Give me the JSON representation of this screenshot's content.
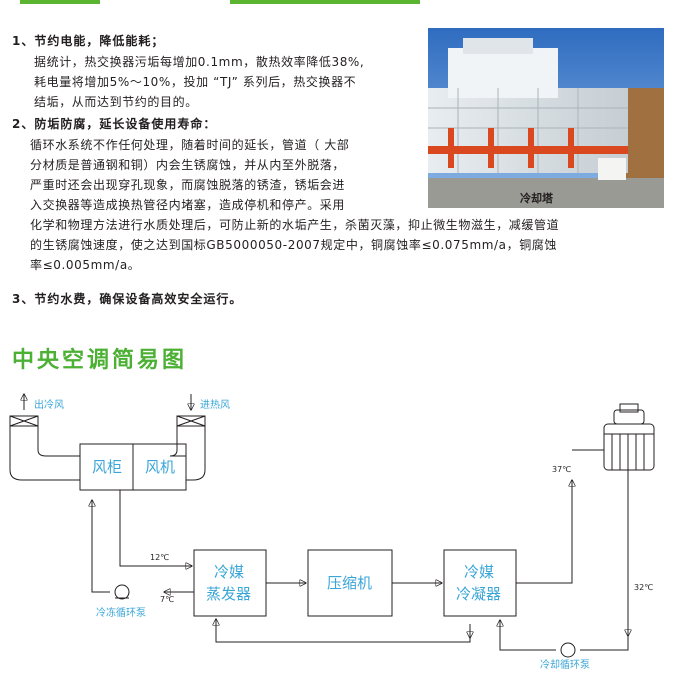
{
  "items": [
    {
      "heading": "1、节约电能，降低能耗；",
      "lines": [
        "据统计，热交换器污垢每增加0.1mm，散热效率降低38%,",
        "耗电量将增加5%～10%，投加 “TJ” 系列后，热交换器不",
        "结垢，从而达到节约的目的。"
      ]
    },
    {
      "heading": "2、防垢防腐，延长设备使用寿命：",
      "lines": [
        "循环水系统不作任何处理，随着时间的延长，管道（ 大部",
        "分材质是普通钢和铜）内会生锈腐蚀，并从内至外脱落，",
        "严重时还会出现穿孔现象，而腐蚀脱落的锈渣，锈垢会进",
        "入交换器等造成换热管径内堵塞，造成停机和停产。采用",
        "化学和物理方法进行水质处理后，可防止新的水垢产生，杀菌灭藻，抑止微生物滋生，减缓管道",
        "的生锈腐蚀速度，使之达到国标GB5000050-2007规定中，铜腐蚀率≤0.075mm/a，铜腐蚀",
        "率≤0.005mm/a。"
      ]
    },
    {
      "heading": "3、节约水费，确保设备高效安全运行。"
    }
  ],
  "photo": {
    "caption": "冷却塔"
  },
  "section_title": "中央空调简易图",
  "diagram": {
    "air_out": "出冷风",
    "air_in": "进热风",
    "air_handler_left": "风柜",
    "air_handler_right": "风机",
    "evaporator_line1": "冷媒",
    "evaporator_line2": "蒸发器",
    "compressor": "压缩机",
    "condenser_line1": "冷媒",
    "condenser_line2": "冷凝器",
    "chilled_pump": "冷冻循环泵",
    "cooling_pump": "冷却循环泵",
    "temp_12": "12℃",
    "temp_7": "7℃",
    "temp_37": "37℃",
    "temp_32": "32℃"
  }
}
